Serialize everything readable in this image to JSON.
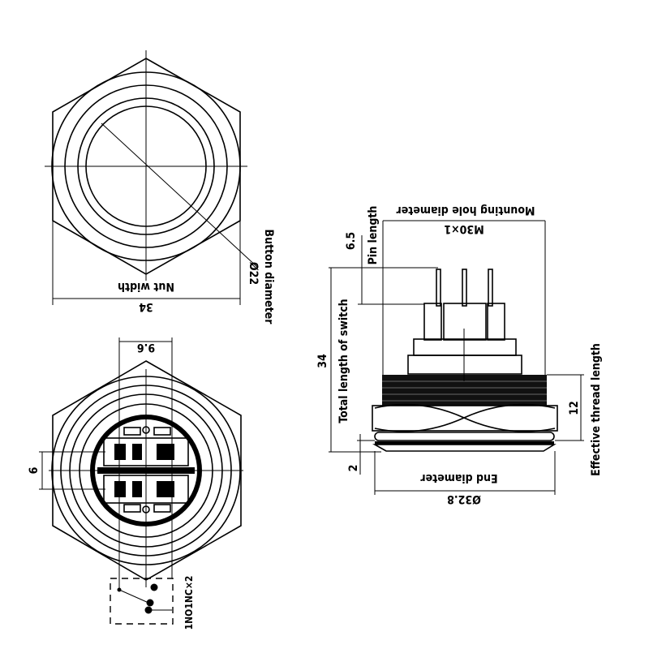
{
  "top_view": {
    "nut_width_label": "Nut width",
    "nut_width_value": "34",
    "button_diameter_value": "Ø22",
    "button_diameter_label": "Button diameter"
  },
  "bottom_view": {
    "pin_spacing_value": "9.6",
    "row_spacing_value": "6",
    "contact_type": "1NO1NC×2"
  },
  "side_view": {
    "pin_length_value": "6.5",
    "pin_length_label": "Pin length",
    "mounting_hole_label": "Mounting hole diameter",
    "mounting_hole_value": "M30×1",
    "total_length_value": "34",
    "total_length_label": "Total length of switch",
    "thread_length_value": "12",
    "thread_length_label": "Effective thread length",
    "end_thickness_value": "2",
    "end_diameter_label": "End diameter",
    "end_diameter_value": "Ø32.8"
  }
}
